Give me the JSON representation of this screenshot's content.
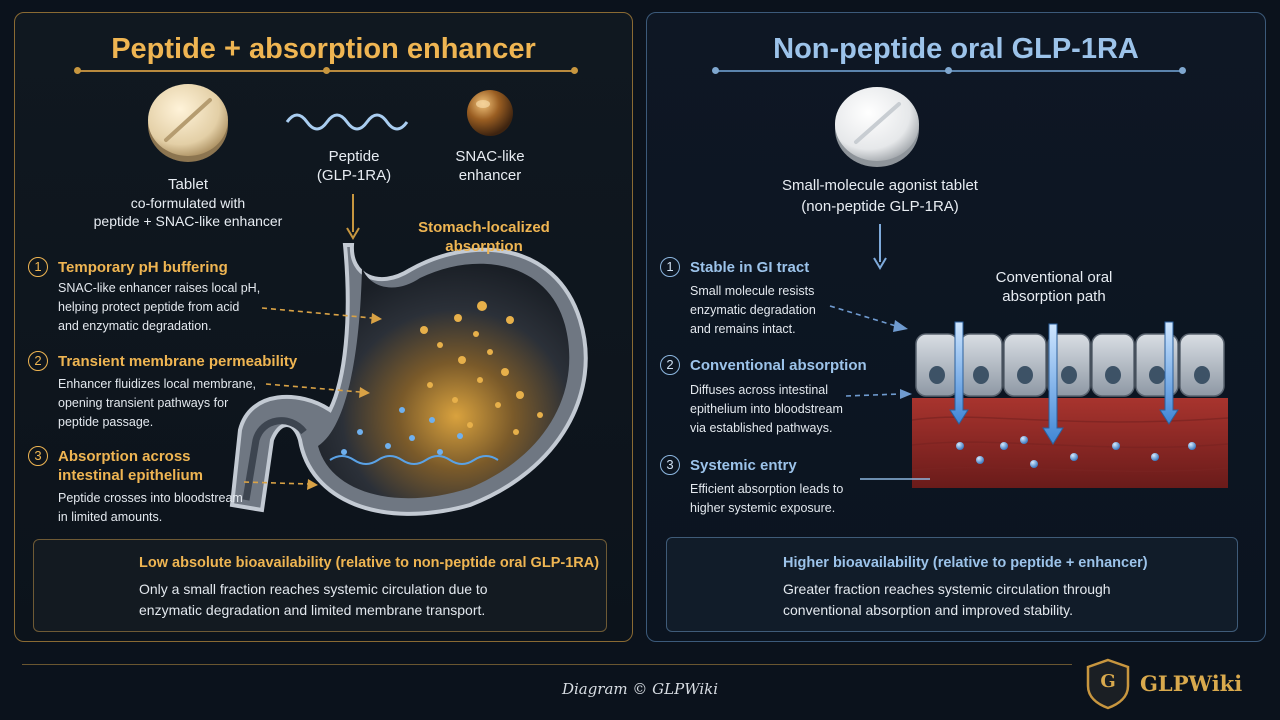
{
  "left": {
    "title": "Peptide + absorption enhancer",
    "tablet_caption": {
      "main": "Tablet",
      "line2": "co-formulated with",
      "line3": "peptide + SNAC-like enhancer"
    },
    "peptide_caption": {
      "line1": "Peptide",
      "line2": "(GLP-1RA)"
    },
    "enhancer_caption": {
      "line1": "SNAC-like",
      "line2": "enhancer"
    },
    "stomach_callout": {
      "line1": "Stomach-localized",
      "line2": "absorption"
    },
    "steps": [
      {
        "num": "1",
        "title": "Temporary pH buffering",
        "lines": [
          "SNAC-like enhancer raises local pH,",
          "helping protect peptide from acid",
          "and enzymatic degradation."
        ]
      },
      {
        "num": "2",
        "title": "Transient membrane permeability",
        "lines": [
          "Enhancer fluidizes local membrane,",
          "opening transient pathways for",
          "peptide passage."
        ]
      },
      {
        "num": "3",
        "title_line1": "Absorption across",
        "title_line2": "intestinal epithelium",
        "lines": [
          "Peptide crosses into bloodstream",
          "in limited amounts."
        ]
      }
    ],
    "summary": {
      "title": "Low absolute bioavailability (relative to non-peptide oral GLP-1RA)",
      "line1": "Only a small fraction reaches systemic circulation due to",
      "line2": "enzymatic degradation and limited membrane transport."
    },
    "colors": {
      "accent": "#efb552",
      "border": "#8a6a33"
    }
  },
  "right": {
    "title": "Non-peptide oral GLP-1RA",
    "tablet_caption": {
      "line1": "Small-molecule agonist tablet",
      "line2": "(non-peptide GLP-1RA)"
    },
    "path_callout": {
      "line1": "Conventional oral",
      "line2": "absorption path"
    },
    "steps": [
      {
        "num": "1",
        "title": "Stable in GI tract",
        "lines": [
          "Small molecule resists",
          "enzymatic degradation",
          "and remains intact."
        ]
      },
      {
        "num": "2",
        "title": "Conventional absorption",
        "lines": [
          "Diffuses across intestinal",
          "epithelium into bloodstream",
          "via established pathways."
        ]
      },
      {
        "num": "3",
        "title": "Systemic entry",
        "lines": [
          "Efficient absorption leads to",
          "higher systemic exposure."
        ]
      }
    ],
    "summary": {
      "title": "Higher bioavailability (relative to peptide + enhancer)",
      "line1": "Greater fraction reaches systemic circulation through",
      "line2": "conventional absorption and improved stability."
    },
    "colors": {
      "accent": "#9cc3ea",
      "border": "#3c5a7a"
    }
  },
  "footer": {
    "credit": "Diagram © GLPWiki",
    "brand": "GLPWiki",
    "brand_letter": "G"
  }
}
